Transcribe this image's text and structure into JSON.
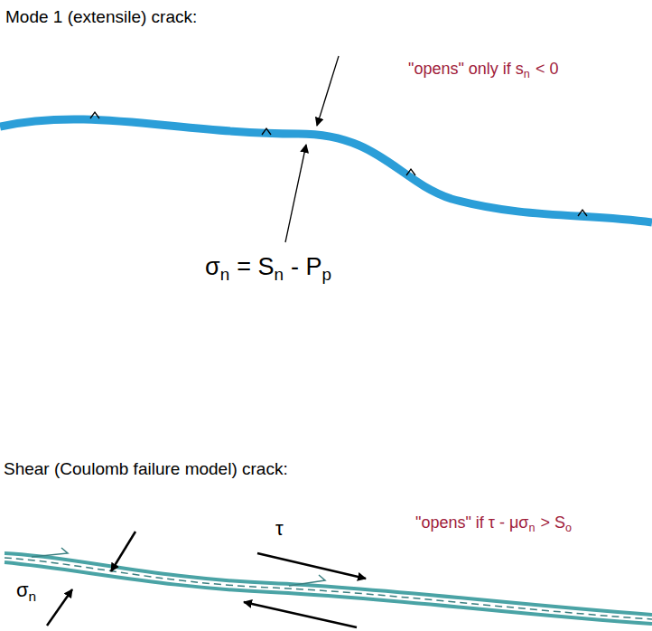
{
  "diagram": {
    "labels": [
      "Mode 1 (extensile) crack:",
      "\"opens\" only if s",
      "n",
      "< 0",
      "σ",
      "n",
      "= S",
      "n",
      "- P",
      "p",
      "Shear (Coulomb failure model) crack:",
      "\"opens\" if τ - μσ",
      "n",
      "> S",
      "o",
      "τ",
      "σ",
      "n"
    ]
  }
}
